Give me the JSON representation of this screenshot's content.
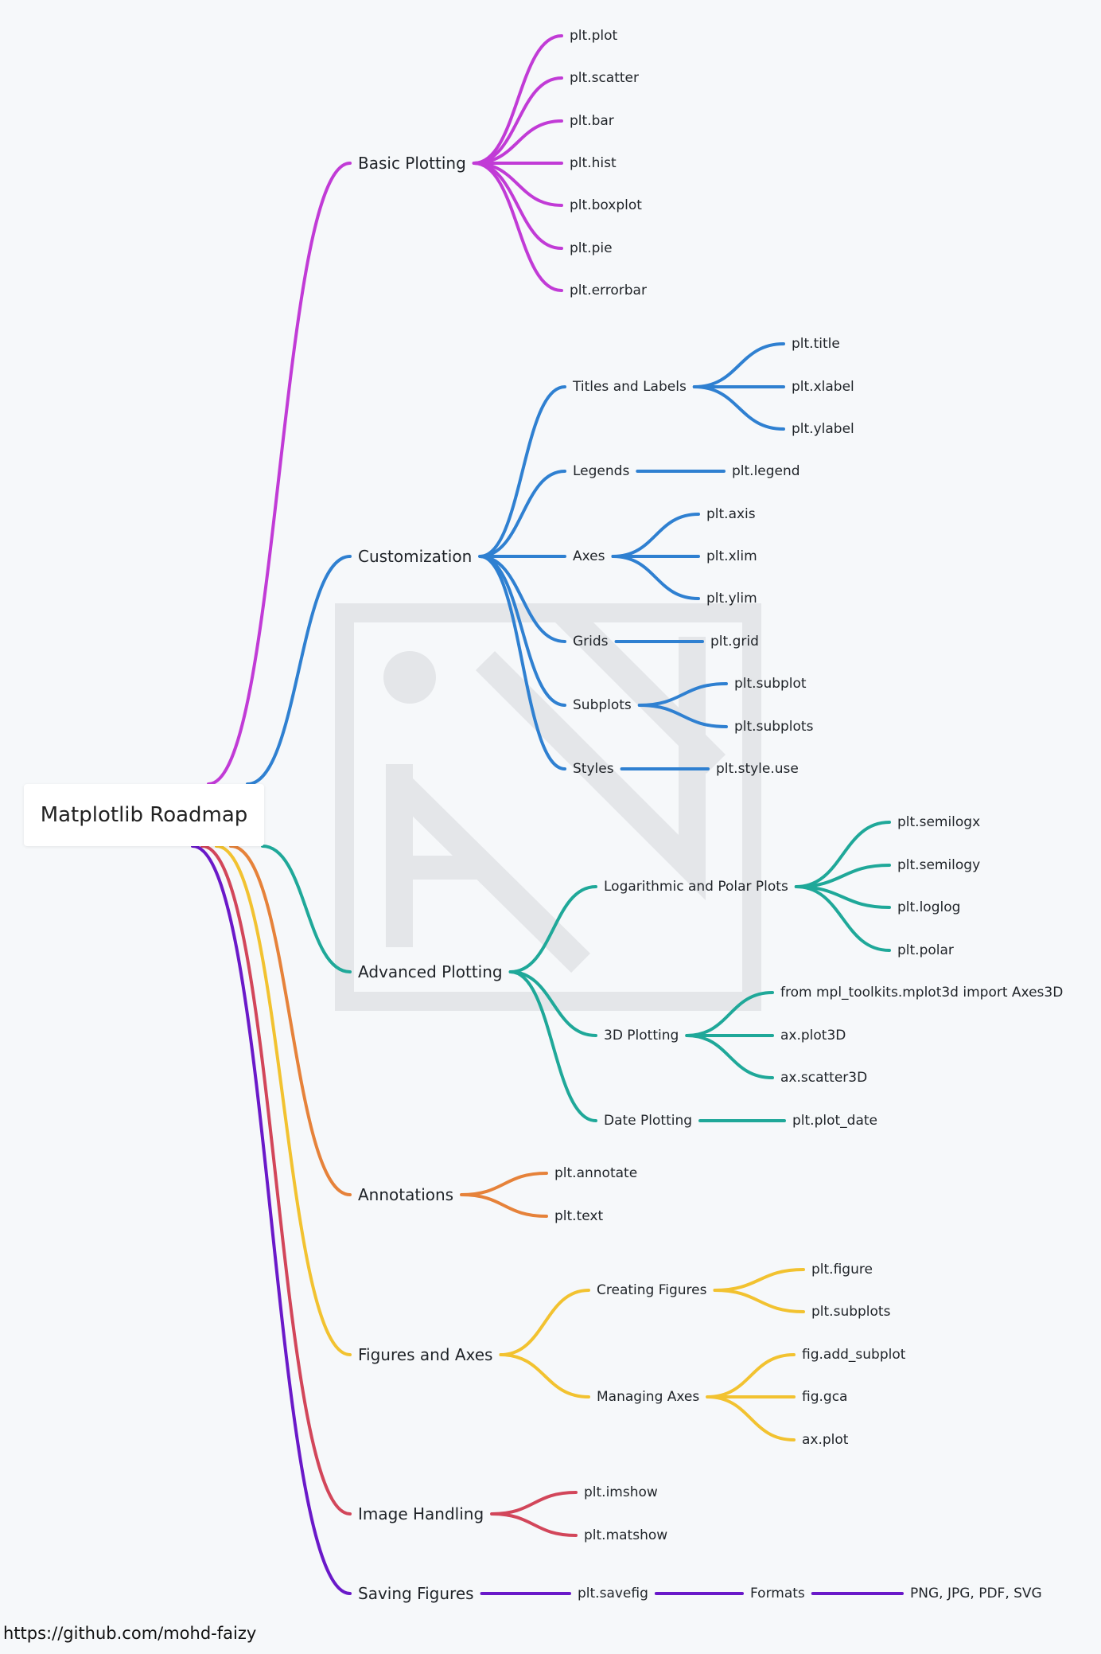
{
  "root": {
    "label": "Matplotlib Roadmap"
  },
  "footer": {
    "text": "https://github.com/mohd-faizy"
  },
  "colors": {
    "basic": "#c13bd6",
    "customization": "#2f80d1",
    "advanced": "#1fa899",
    "annotations": "#e6823a",
    "figures": "#f2c230",
    "image": "#d2465a",
    "saving": "#6a19c9",
    "watermark": "#e4e6e9"
  },
  "branches": [
    {
      "id": "basic",
      "label": "Basic Plotting",
      "children": [
        {
          "label": "plt.plot"
        },
        {
          "label": "plt.scatter"
        },
        {
          "label": "plt.bar"
        },
        {
          "label": "plt.hist"
        },
        {
          "label": "plt.boxplot"
        },
        {
          "label": "plt.pie"
        },
        {
          "label": "plt.errorbar"
        }
      ]
    },
    {
      "id": "customization",
      "label": "Customization",
      "children": [
        {
          "label": "Titles and Labels",
          "children": [
            {
              "label": "plt.title"
            },
            {
              "label": "plt.xlabel"
            },
            {
              "label": "plt.ylabel"
            }
          ]
        },
        {
          "label": "Legends",
          "children": [
            {
              "label": "plt.legend"
            }
          ]
        },
        {
          "label": "Axes",
          "children": [
            {
              "label": "plt.axis"
            },
            {
              "label": "plt.xlim"
            },
            {
              "label": "plt.ylim"
            }
          ]
        },
        {
          "label": "Grids",
          "children": [
            {
              "label": "plt.grid"
            }
          ]
        },
        {
          "label": "Subplots",
          "children": [
            {
              "label": "plt.subplot"
            },
            {
              "label": "plt.subplots"
            }
          ]
        },
        {
          "label": "Styles",
          "children": [
            {
              "label": "plt.style.use"
            }
          ]
        }
      ]
    },
    {
      "id": "advanced",
      "label": "Advanced Plotting",
      "children": [
        {
          "label": "Logarithmic and Polar Plots",
          "children": [
            {
              "label": "plt.semilogx"
            },
            {
              "label": "plt.semilogy"
            },
            {
              "label": "plt.loglog"
            },
            {
              "label": "plt.polar"
            }
          ]
        },
        {
          "label": "3D Plotting",
          "children": [
            {
              "label": "from mpl_toolkits.mplot3d import Axes3D"
            },
            {
              "label": "ax.plot3D"
            },
            {
              "label": "ax.scatter3D"
            }
          ]
        },
        {
          "label": "Date Plotting",
          "children": [
            {
              "label": "plt.plot_date"
            }
          ]
        }
      ]
    },
    {
      "id": "annotations",
      "label": "Annotations",
      "children": [
        {
          "label": "plt.annotate"
        },
        {
          "label": "plt.text"
        }
      ]
    },
    {
      "id": "figures",
      "label": "Figures and Axes",
      "children": [
        {
          "label": "Creating Figures",
          "children": [
            {
              "label": "plt.figure"
            },
            {
              "label": "plt.subplots"
            }
          ]
        },
        {
          "label": "Managing Axes",
          "children": [
            {
              "label": "fig.add_subplot"
            },
            {
              "label": "fig.gca"
            },
            {
              "label": "ax.plot"
            }
          ]
        }
      ]
    },
    {
      "id": "image",
      "label": "Image Handling",
      "children": [
        {
          "label": "plt.imshow"
        },
        {
          "label": "plt.matshow"
        }
      ]
    },
    {
      "id": "saving",
      "label": "Saving Figures",
      "children": [
        {
          "label": "plt.savefig",
          "children": [
            {
              "label": "Formats",
              "children": [
                {
                  "label": "PNG, JPG, PDF, SVG"
                }
              ]
            }
          ]
        }
      ]
    }
  ]
}
